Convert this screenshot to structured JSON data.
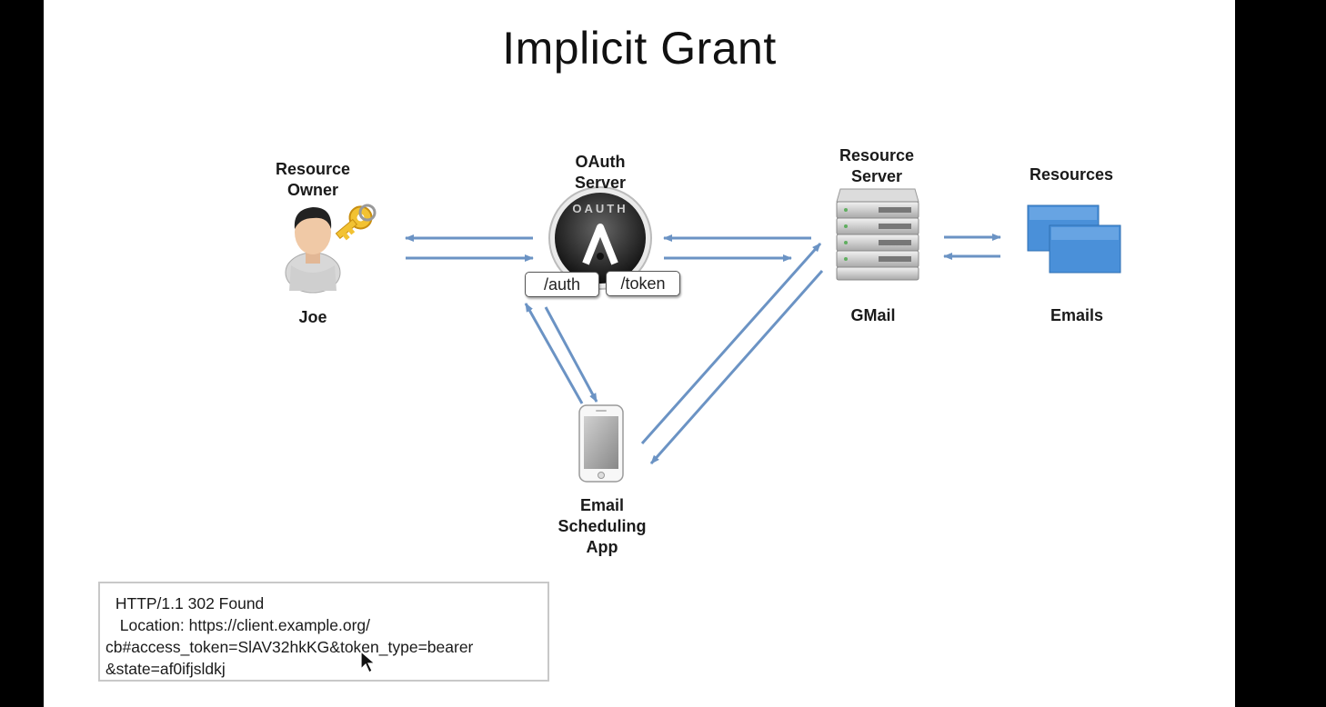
{
  "title": "Implicit Grant",
  "resource_owner": {
    "heading": [
      "Resource",
      "Owner"
    ],
    "name": "Joe"
  },
  "oauth_server": {
    "heading": [
      "OAuth",
      "Server"
    ],
    "logo_text": "OAUTH",
    "endpoints": [
      "/auth",
      "/token"
    ]
  },
  "resource_server": {
    "heading": [
      "Resource",
      "Server"
    ],
    "name": "GMail"
  },
  "resources": {
    "heading": "Resources",
    "name": "Emails"
  },
  "client": {
    "name": [
      "Email",
      "Scheduling",
      "App"
    ]
  },
  "http_response": {
    "lines": [
      " HTTP/1.1 302 Found",
      "  Location: https://client.example.org/",
      "cb#access_token=SlAV32hkKG&token_type=bearer",
      "&state=af0ifjsldkj"
    ]
  },
  "colors": {
    "arrow": "#6b93c4",
    "resource_blue": "#4a90d9"
  },
  "icons": [
    "user-with-key-icon",
    "oauth-logo-icon",
    "server-rack-icon",
    "folders-icon",
    "smartphone-icon",
    "mouse-cursor-icon"
  ]
}
